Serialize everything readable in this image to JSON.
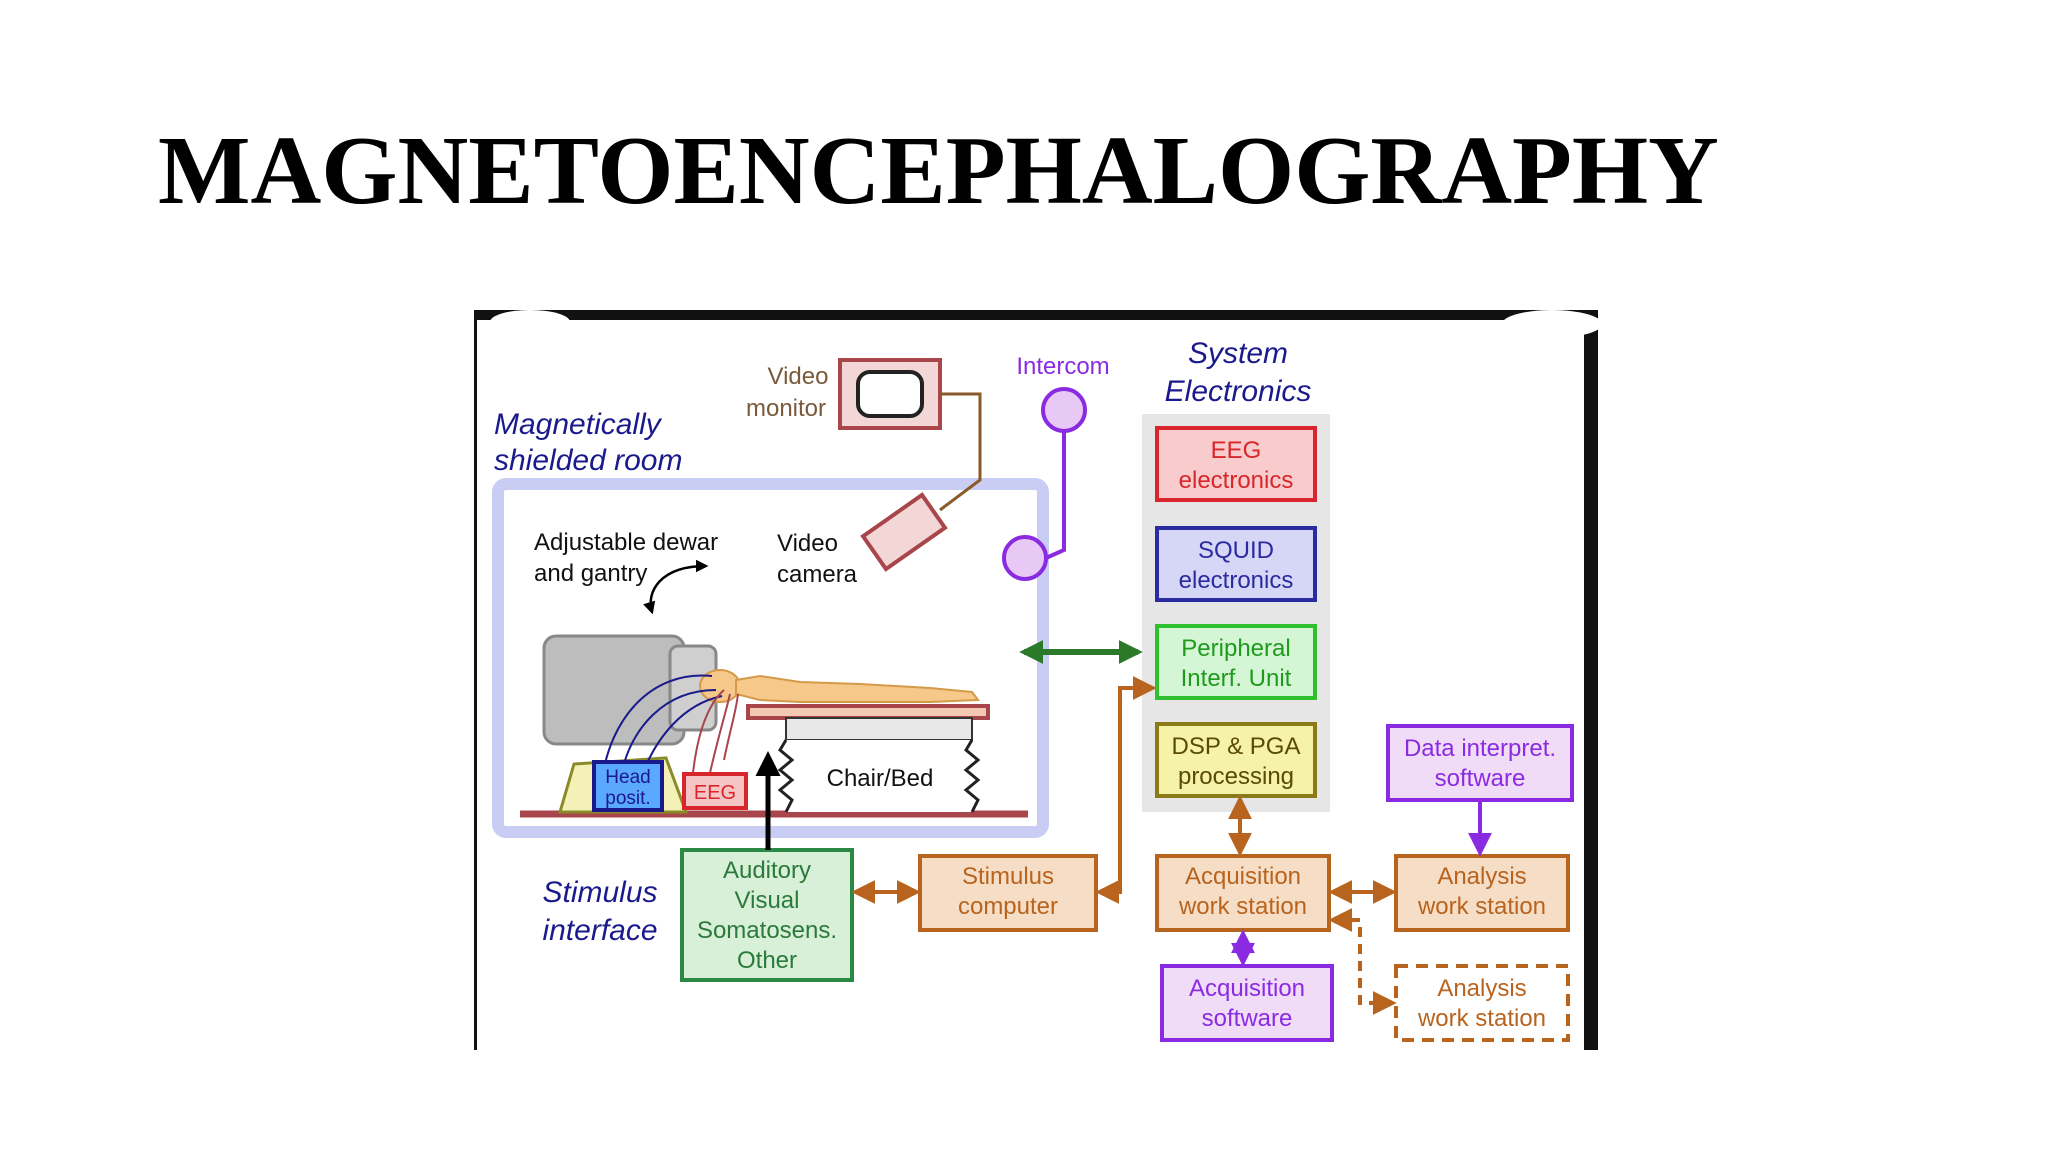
{
  "slide": {
    "title": "MAGNETOENCEPHALOGRAPHY"
  },
  "diagram": {
    "regions": {
      "shielded_room": [
        "Magnetically",
        "shielded room"
      ],
      "system_electronics": [
        "System",
        "Electronics"
      ],
      "stimulus_interface": [
        "Stimulus",
        "interface"
      ]
    },
    "room_labels": {
      "video_monitor": [
        "Video",
        "monitor"
      ],
      "intercom": "Intercom",
      "dewar": [
        "Adjustable dewar",
        "and gantry"
      ],
      "video_camera": [
        "Video",
        "camera"
      ],
      "chair_bed": "Chair/Bed",
      "head_posit": [
        "Head",
        "posit."
      ],
      "eeg_small": "EEG"
    },
    "boxes": {
      "eeg_electronics": [
        "EEG",
        "electronics"
      ],
      "squid_electronics": [
        "SQUID",
        "electronics"
      ],
      "peripheral_unit": [
        "Peripheral",
        "Interf. Unit"
      ],
      "dsp_pga": [
        "DSP & PGA",
        "processing"
      ],
      "data_interpret": [
        "Data interpret.",
        "software"
      ],
      "stimulus_types": [
        "Auditory",
        "Visual",
        "Somatosens.",
        "Other"
      ],
      "stimulus_computer": [
        "Stimulus",
        "computer"
      ],
      "acq_workstation": [
        "Acquisition",
        "work station"
      ],
      "analysis_workstation": [
        "Analysis",
        "work station"
      ],
      "acq_software": [
        "Acquisition",
        "software"
      ],
      "analysis_workstation_optional": [
        "Analysis",
        "work station"
      ]
    },
    "colors": {
      "navy_label": "#1a1a8c",
      "room_border": "#c9ccf3",
      "red": "#d9252c",
      "navy": "#2b2ba0",
      "green": "#2fbf2f",
      "dark_green": "#2a8a44",
      "olive": "#8a7a1a",
      "purple": "#8a2be2",
      "brown": "#b8641e",
      "maroon": "#a8464b"
    }
  }
}
